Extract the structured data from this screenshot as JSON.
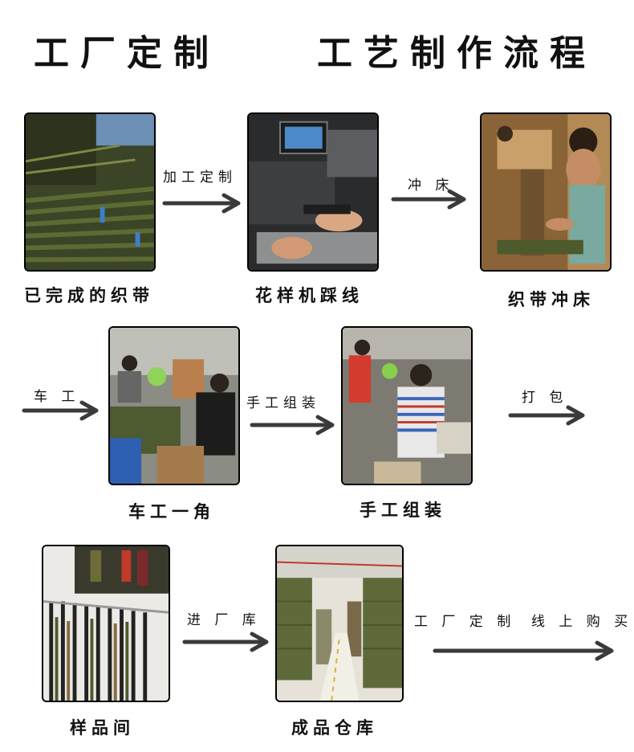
{
  "header": {
    "title_left": "工厂定制",
    "title_right": "工艺制作流程"
  },
  "steps": [
    {
      "caption": "已完成的织带",
      "icon": "webbing-stack-photo"
    },
    {
      "caption": "花样机踩线",
      "icon": "sewing-machine-photo"
    },
    {
      "caption": "织带冲床",
      "icon": "punch-press-photo"
    },
    {
      "caption": "车工一角",
      "icon": "workshop-photo"
    },
    {
      "caption": "手工组装",
      "icon": "hand-assembly-photo"
    },
    {
      "caption": "样品间",
      "icon": "sample-room-photo"
    },
    {
      "caption": "成品仓库",
      "icon": "warehouse-photo"
    }
  ],
  "arrows": [
    {
      "label": "加工定制"
    },
    {
      "label": "冲 床"
    },
    {
      "label": "车 工"
    },
    {
      "label": "手工组装"
    },
    {
      "label": "打 包"
    },
    {
      "label": "进 厂 库"
    },
    {
      "label": "工 厂 定 制"
    },
    {
      "label": "线 上 购 买"
    }
  ],
  "colors": {
    "olive": "#4f5a2c",
    "arrow": "#3a3a3a"
  }
}
